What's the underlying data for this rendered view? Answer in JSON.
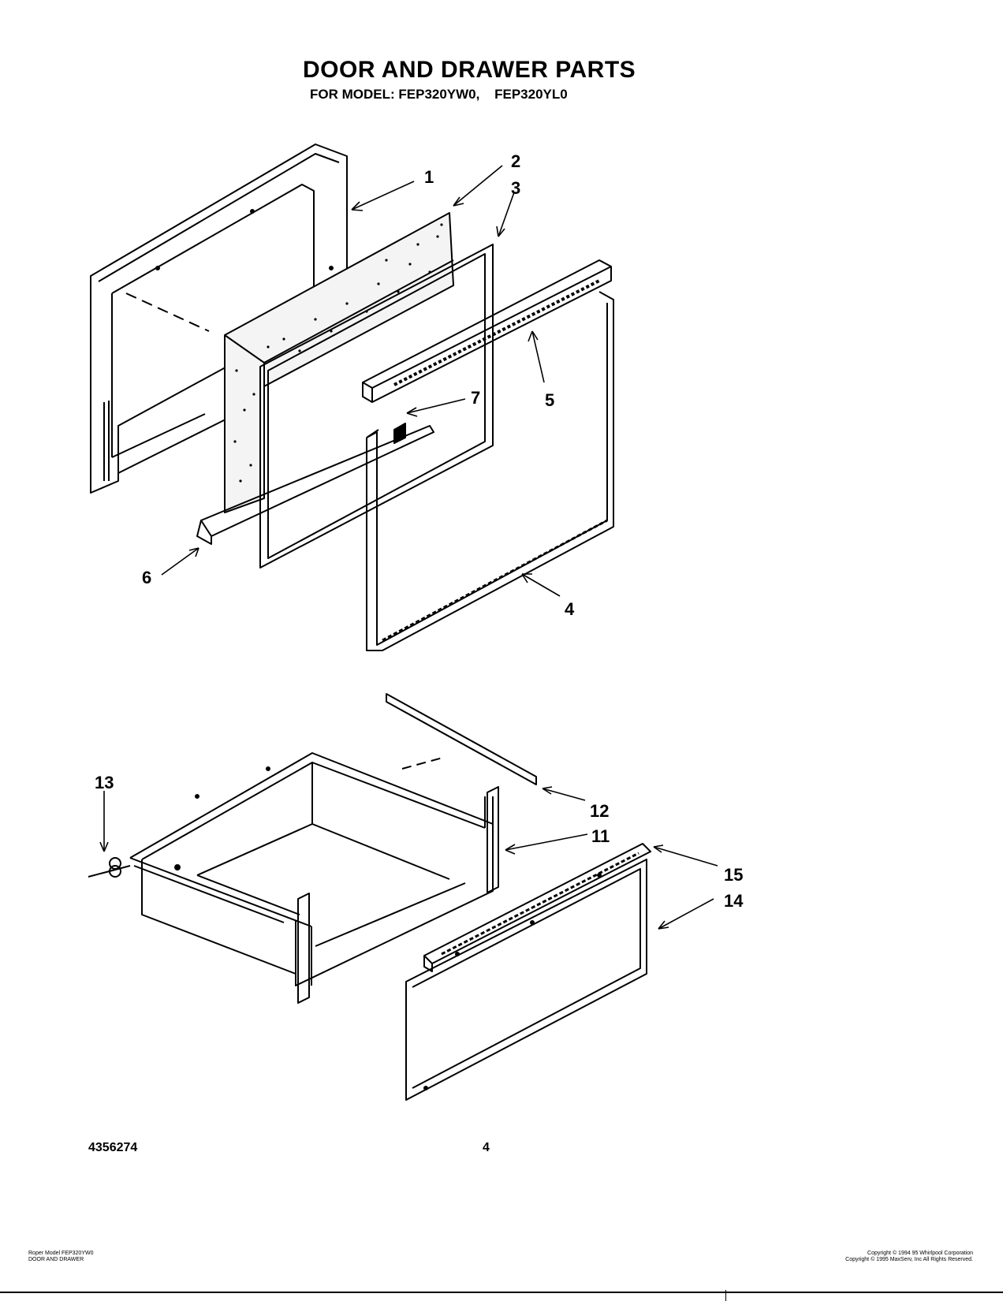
{
  "header": {
    "title": "DOOR AND DRAWER PARTS",
    "model_prefix": "FOR MODEL: FEP320YW0,",
    "model_second": "FEP320YL0"
  },
  "callouts": {
    "c1": "1",
    "c2": "2",
    "c3": "3",
    "c4": "4",
    "c5": "5",
    "c6": "6",
    "c7": "7",
    "c11": "11",
    "c12": "12",
    "c13": "13",
    "c14": "14",
    "c15": "15"
  },
  "footer": {
    "part_number": "4356274",
    "page_number": "4",
    "left_line1": "Roper Model FEP320YW0",
    "left_line2": "DOOR AND DRAWER",
    "right_line1": "Copyright © 1994 95 Whirlpool Corporation",
    "right_line2": "Copyright © 1995 MaxServ, Inc   All Rights Reserved."
  }
}
